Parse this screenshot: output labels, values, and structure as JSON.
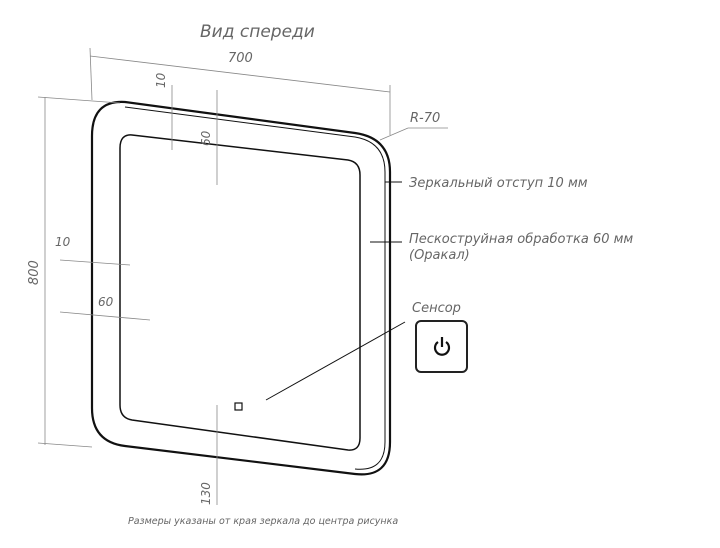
{
  "title": "Вид спереди",
  "dimensions": {
    "width": "700",
    "height": "800",
    "top_offset": "10",
    "top_frost": "60",
    "left_offset": "10",
    "left_frost": "60",
    "sensor_offset": "130",
    "radius": "R-70"
  },
  "labels": {
    "mirror_offset": "Зеркальный отступ 10 мм",
    "sandblast": "Пескоструйная обработка 60 мм",
    "sandblast_note": "(Оракал)",
    "sensor": "Сенсор"
  },
  "footnote": "Размеры указаны от края зеркала до центра рисунка",
  "icons": {
    "sensor": "power-icon"
  }
}
